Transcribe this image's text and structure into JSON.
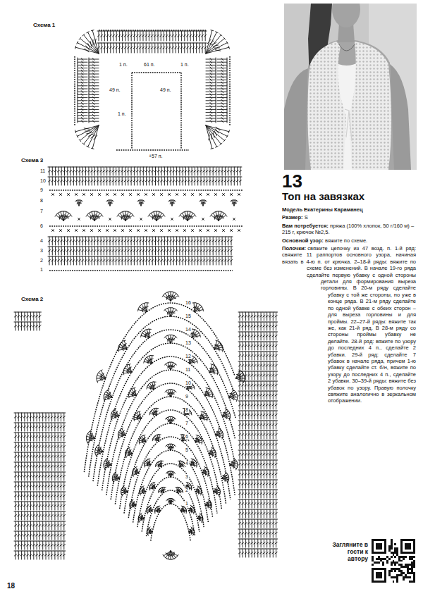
{
  "diagram": {
    "title": "Топ на завязках",
    "labels": [
      "Схема 1",
      "1 п.",
      "61 п.",
      "1 п.",
      "49 п.",
      "49 п.",
      "1 п.",
      "+57 п.",
      "Схема 3",
      "11",
      "10",
      "9",
      "8",
      "7",
      "6",
      "4",
      "3",
      "2",
      "1",
      "Схема 2",
      "16",
      "15",
      "14",
      "13",
      "12",
      "11",
      "10",
      "9",
      "8",
      "7",
      "6",
      "5",
      "4",
      "3",
      "2",
      "1",
      "13",
      "Модель Екатерины Караманец",
      "Размер:",
      "S",
      "Вам потребуется:",
      "пряжа (100% хлопок, 50 г/160 м) – 215 г, крючок №2,5.",
      "Основной узор:",
      "вяжите по схеме.",
      "Полочки:",
      "свяжите цепочку из 47 возд. п. 1-й ряд: свяжите 11 раппортов основного узора, начиная вязать в 4-ю п. от крючка. 2–18-й ряды: вяжите по схеме без изменений. В начале 19-го ряда сделайте первую убавку с одной стороны детали для формирования выреза горловины. В 20-м ряду сделайте убавку с той же стороны, но уже в конце ряда. В 21-м ряду сделайте по одной убавке с обеих сторон – для выреза горловины и для проймы. 22–27-й ряды: вяжите так же, как 21-й ряд. В 28-м ряду со стороны проймы убавку не делайте. 28-й ряд: вяжите по узору до последних 4 п., сделайте 2 убавки. 29-й ряд: сделайте 7 убавок в начале ряда, причем 1-ю убавку сделайте ст. б/н, вяжите по узору до последних 4 п., сделайте 2 убавки. 30–39-й ряды: вяжите без убавок по узору. Правую полочку свяжите аналогично в зеркальном отображении.",
      "Загляните в гости к автору",
      "18"
    ]
  }
}
